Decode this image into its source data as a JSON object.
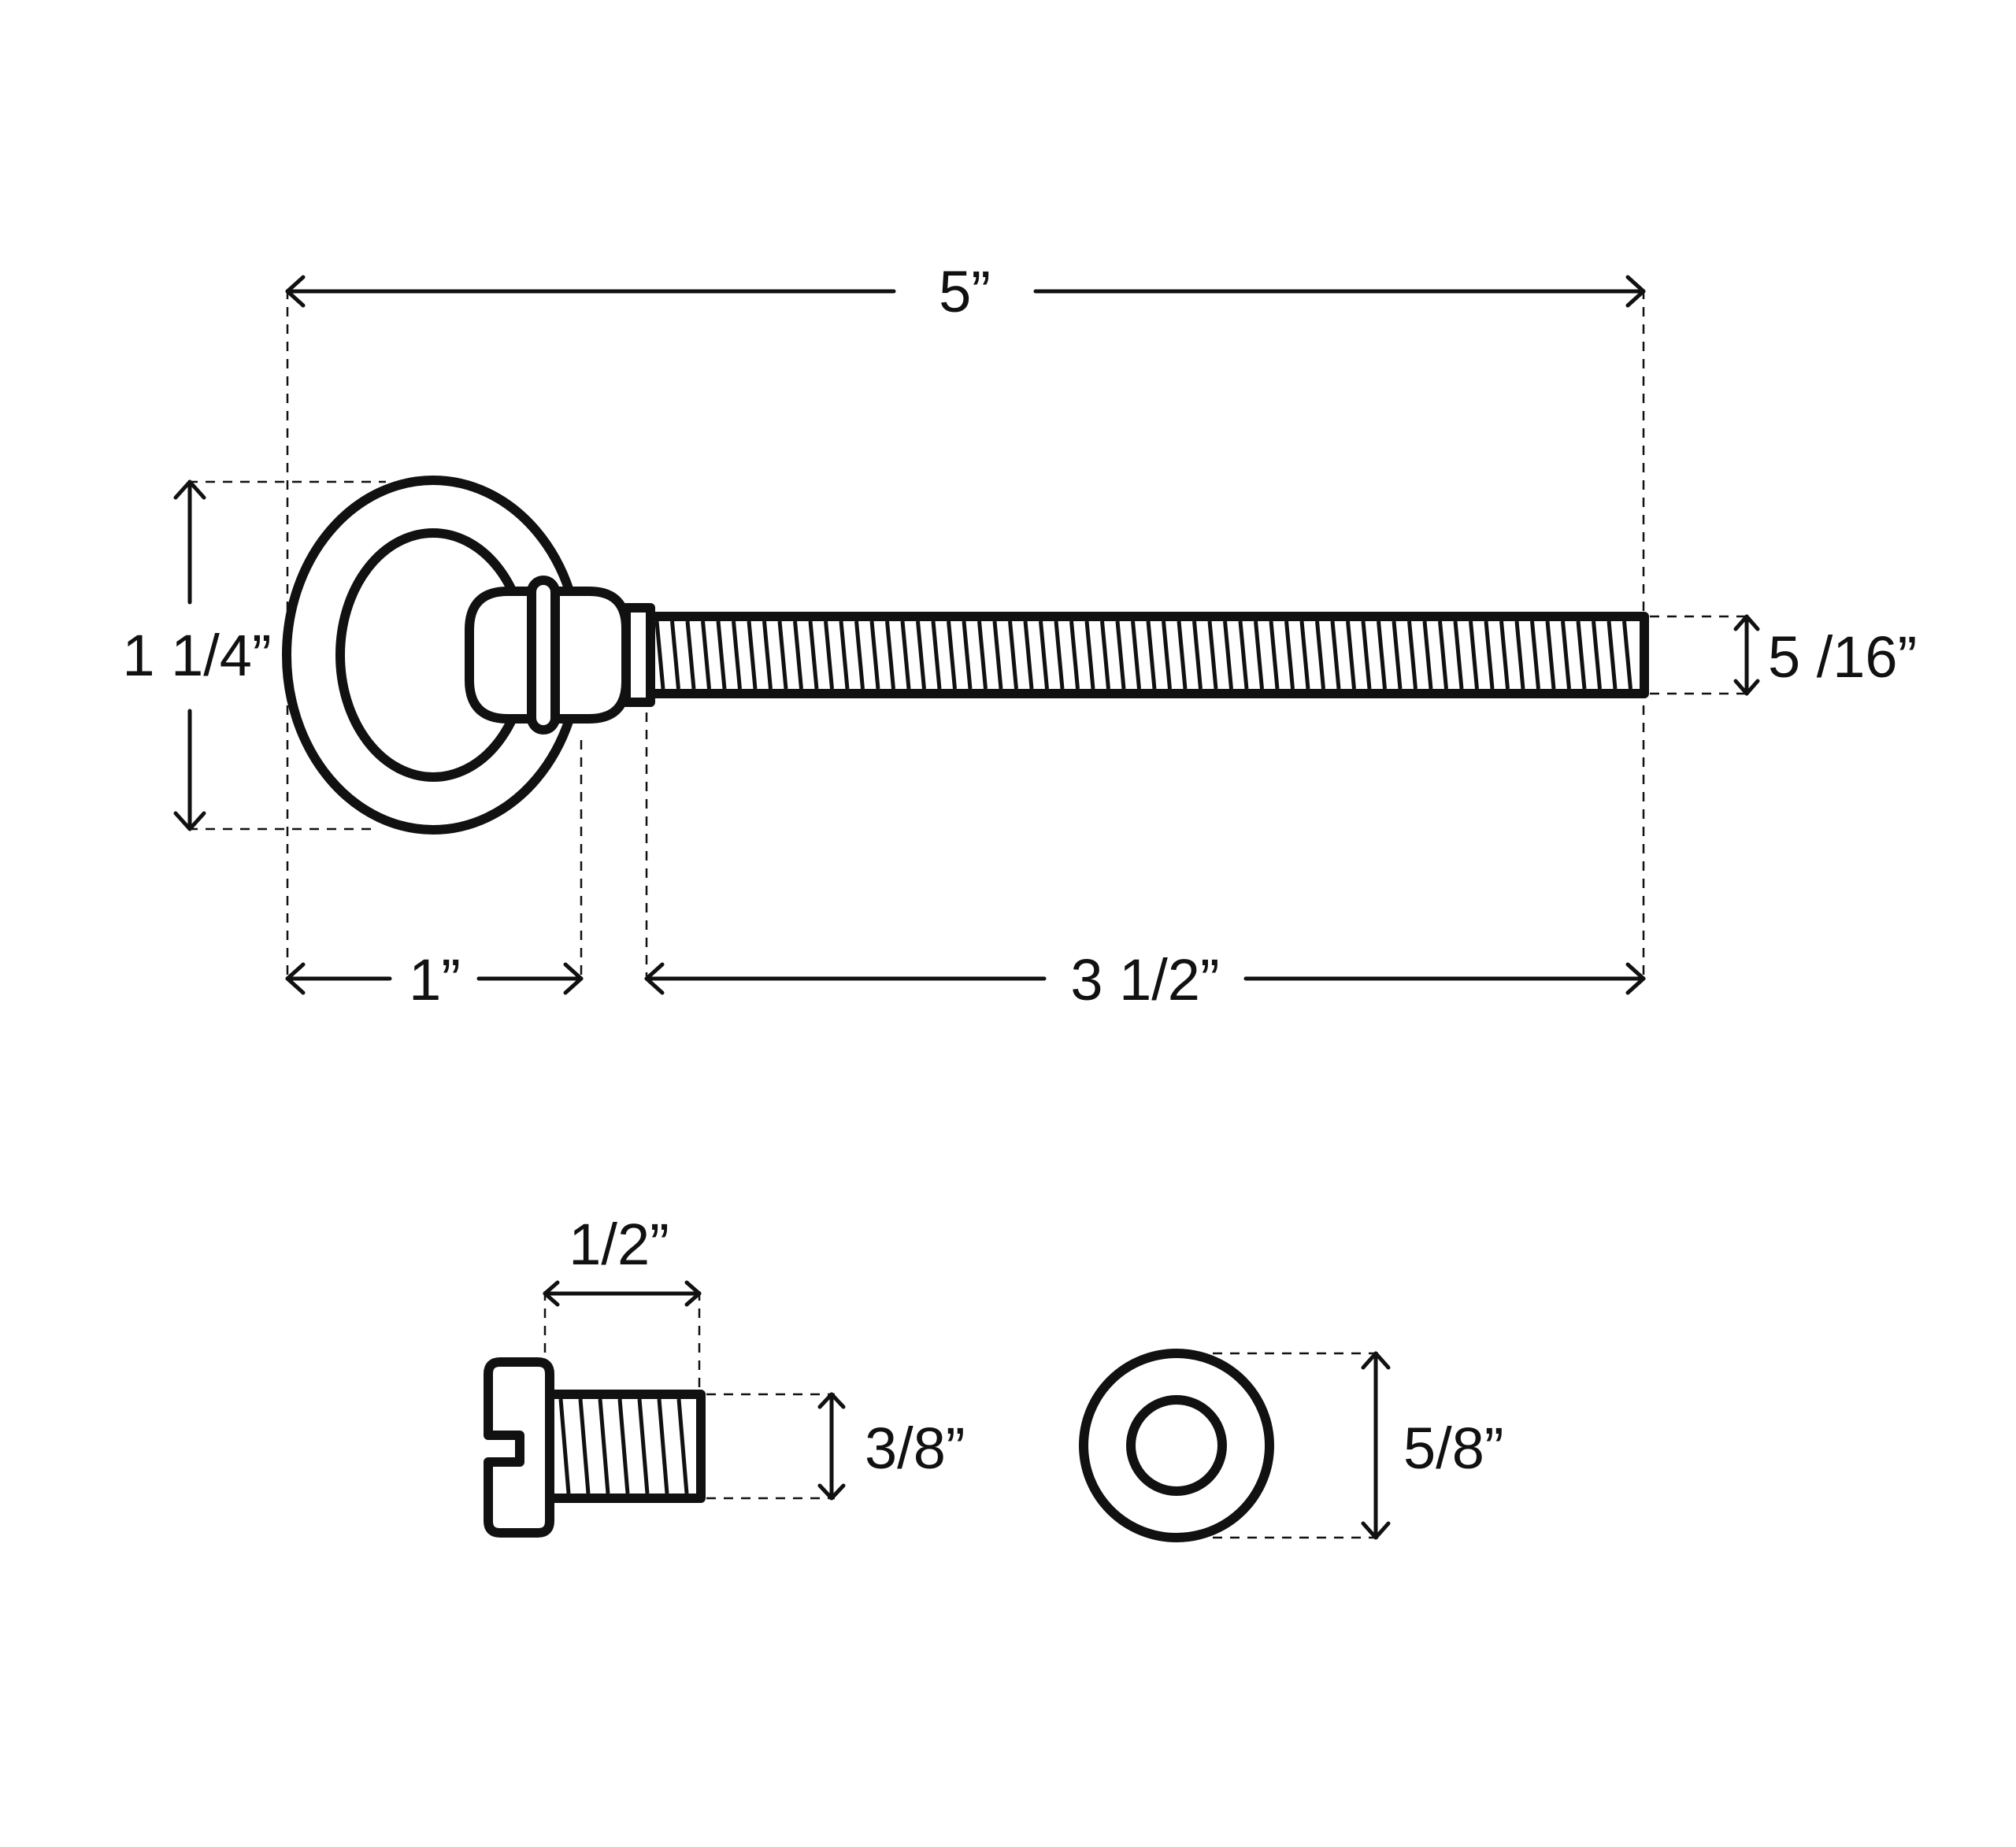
{
  "colors": {
    "line": "#111111",
    "background": "#ffffff"
  },
  "dimensions": {
    "overall_length": "5”",
    "eye_height": "1 1/4”",
    "shank_diameter": "5 /16”",
    "eye_length": "1”",
    "thread_length": "3 1/2”",
    "screw_length": "1/2”",
    "screw_diameter": "3/8”",
    "washer_diameter": "5/8”"
  }
}
